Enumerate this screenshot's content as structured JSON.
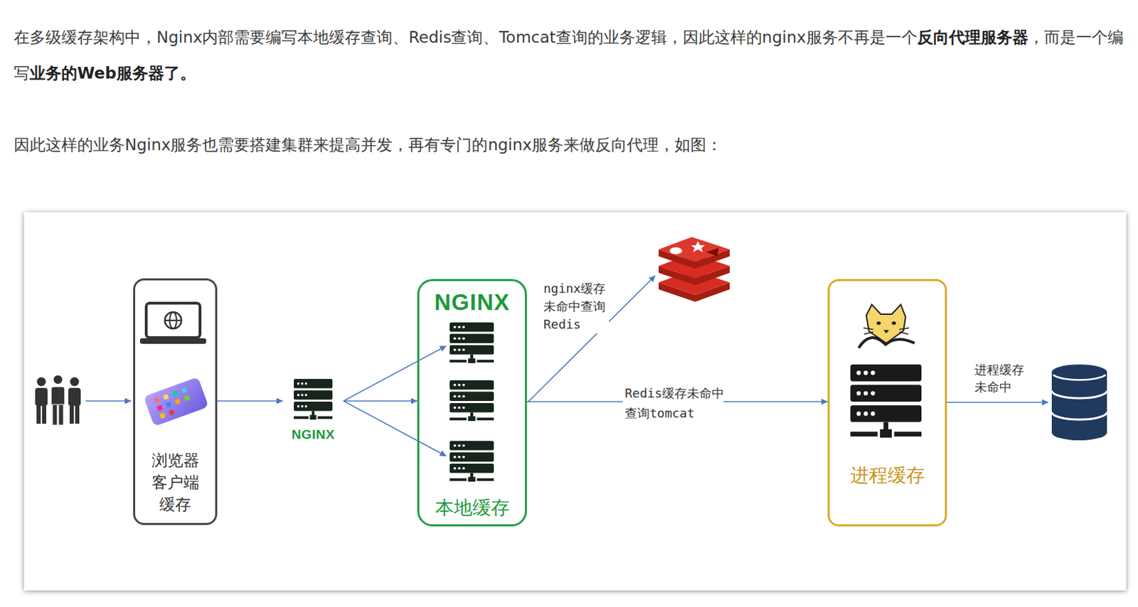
{
  "diagram": {
    "nodes": [
      {
        "text": [
          "浏览器 客户端 缓存"
        ]
      },
      {
        "text": [
          "NGINX"
        ]
      },
      {
        "text": [
          "NGINX",
          "本地缓存"
        ]
      },
      {
        "text": [
          "进程缓存"
        ]
      }
    ],
    "edges": [
      {
        "from": 0,
        "to": 1,
        "arrow": "to"
      },
      {
        "from": 1,
        "to": 2,
        "arrow": "to"
      },
      {
        "from": 2,
        "to": 3,
        "arrow": "to",
        "label": "Redis缓存未命中 查询tomcat"
      }
    ],
    "labels": [
      "在多级缓存架构中，Nginx内部需要编写本地缓存查询、Redis查询、Tomcat查询的业务逻辑，因此这样的nginx服务不再是一个",
      "反向代理服务器",
      "，而是一个编写",
      "业务的Web服务器了。",
      "因此这样的业务Nginx服务也需要搭建集群来提高并发，再有专门的nginx服务来做反向代理，如图：",
      "nginx缓存 未命中查询 Redis",
      "进程缓存 未命中"
    ]
  }
}
